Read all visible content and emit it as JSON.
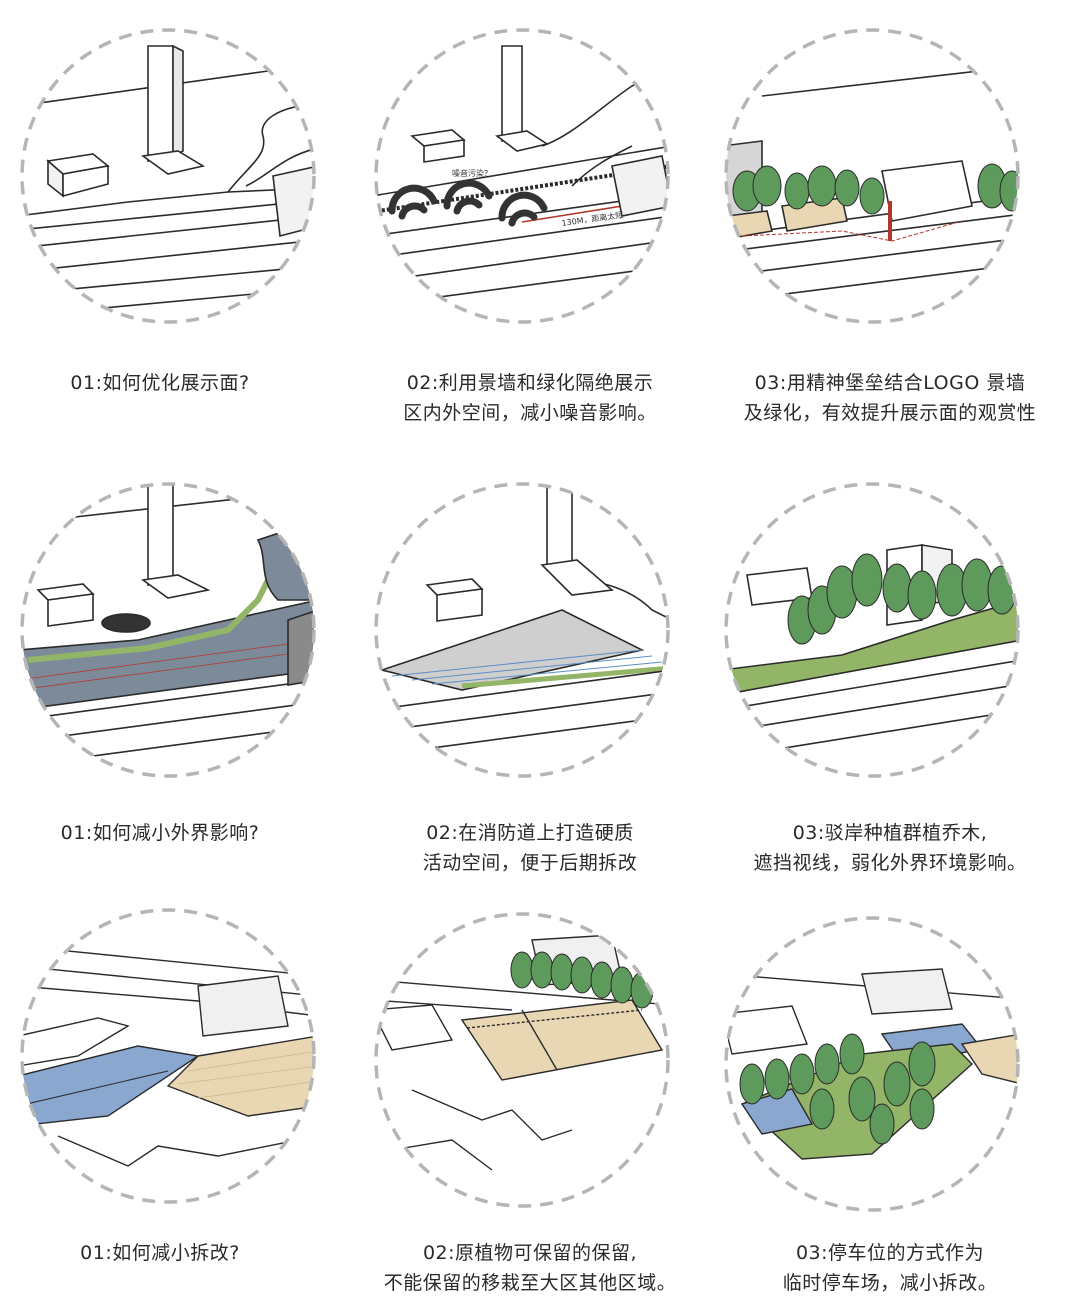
{
  "captions": [
    {
      "line1": "01:如何优化展示面?",
      "line2": ""
    },
    {
      "line1": "02:利用景墙和绿化隔绝展示",
      "line2": "区内外空间，减小噪音影响。"
    },
    {
      "line1": "03:用精神堡垒结合LOGO 景墙",
      "line2": "及绿化，有效提升展示面的观赏性"
    },
    {
      "line1": "01:如何减小外界影响?",
      "line2": ""
    },
    {
      "line1": "02:在消防道上打造硬质",
      "line2": "活动空间，便于后期拆改"
    },
    {
      "line1": "03:驳岸种植群植乔木,",
      "line2": "遮挡视线，弱化外界环境影响。"
    },
    {
      "line1": "01:如何减小拆改?",
      "line2": ""
    },
    {
      "line1": "02:原植物可保留的保留,",
      "line2": "不能保留的移栽至大区其他区域。"
    },
    {
      "line1": "03:停车位的方式作为",
      "line2": "临时停车场，减小拆改。"
    }
  ],
  "annotations": {
    "noise_label": "噪音污染？",
    "distance_label": "130M，距离太短"
  },
  "colors": {
    "circle_border": "#b5b5b5",
    "line": "#2b2b2b",
    "water": "#7c8a9a",
    "green": "#93b567",
    "tree": "#5e9a5b",
    "wood": "#e9d7b4",
    "pave": "#8aa7cf",
    "red": "#b6352c",
    "gray": "#bcbcbc"
  }
}
